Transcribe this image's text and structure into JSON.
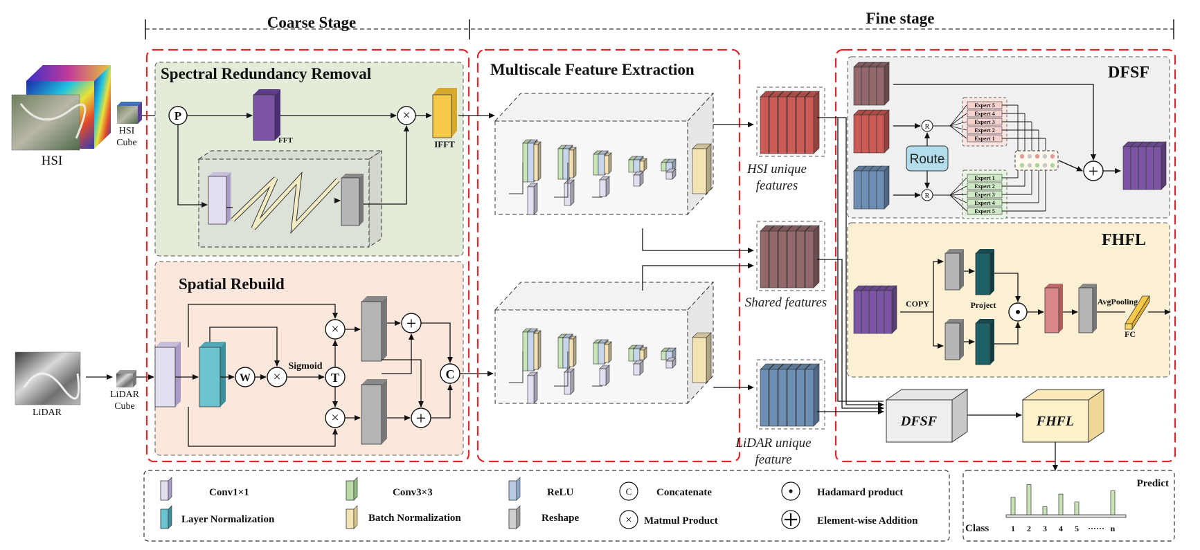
{
  "stages": {
    "coarse": "Coarse Stage",
    "fine": "Fine stage"
  },
  "inputs": {
    "hsi": "HSI",
    "hsi_cube": [
      "HSI",
      "Cube"
    ],
    "lidar": "LiDAR",
    "lidar_cube": [
      "LiDAR",
      "Cube"
    ]
  },
  "srr": {
    "title": "Spectral Redundancy Removal",
    "fft": "FFT",
    "ifft": "IFFT",
    "p": "P"
  },
  "sr": {
    "title": "Spatial Rebuild",
    "sigmoid": "Sigmoid",
    "w": "W",
    "t": "T",
    "c": "C"
  },
  "mfe": {
    "title": "Multiscale Feature Extraction"
  },
  "features": {
    "hsi_unique": [
      "HSI unique",
      "features"
    ],
    "shared": "Shared features",
    "lidar_unique": [
      "LiDAR unique",
      "feature"
    ]
  },
  "dfsf": {
    "title": "DFSF",
    "route": "Route",
    "r": "R",
    "experts_top": [
      "Expert 5",
      "Expert 4",
      "Expert 3",
      "Expert 2",
      "Expert 1"
    ],
    "experts_bottom": [
      "Expert 1",
      "Expert 2",
      "Expert 3",
      "Expert 4",
      "Expert 5"
    ]
  },
  "fhfl": {
    "title": "FHFL",
    "copy": "COPY",
    "project": "Project",
    "avgpool": "AvgPooling",
    "fc": "FC"
  },
  "bottom_blocks": {
    "dfsf": "DFSF",
    "fhfl": "FHFL"
  },
  "legend": {
    "conv1": "Conv1×1",
    "conv3": "Conv3×3",
    "relu": "ReLU",
    "concat": "Concatenate",
    "hadamard": "Hadamard product",
    "layernorm": "Layer Normalization",
    "batchnorm": "Batch Normalization",
    "reshape": "Reshape",
    "matmul": "Matmul Product",
    "add": "Element-wise Addition",
    "concat_sym": "C"
  },
  "predict": {
    "title": "Predict",
    "class_label": "Class",
    "ticks": [
      "1",
      "2",
      "3",
      "4",
      "5",
      "······",
      "n"
    ],
    "values": [
      0.55,
      0.95,
      0.25,
      0.65,
      0.4,
      0.75
    ]
  },
  "colors": {
    "red": "#e0262b",
    "green_panel": "#e3ecd9",
    "peach_panel": "#fbe7dc",
    "gray_panel": "#f0f0f0",
    "yellow_panel": "#fbf0d3",
    "purple": "#7b55a3",
    "yellow": "#f7c948",
    "hsi_red": "#cc5b55",
    "shared_brown": "#94696c",
    "lidar_blue": "#6e8fb4",
    "teal": "#1f5f66",
    "pink": "#d98787"
  }
}
